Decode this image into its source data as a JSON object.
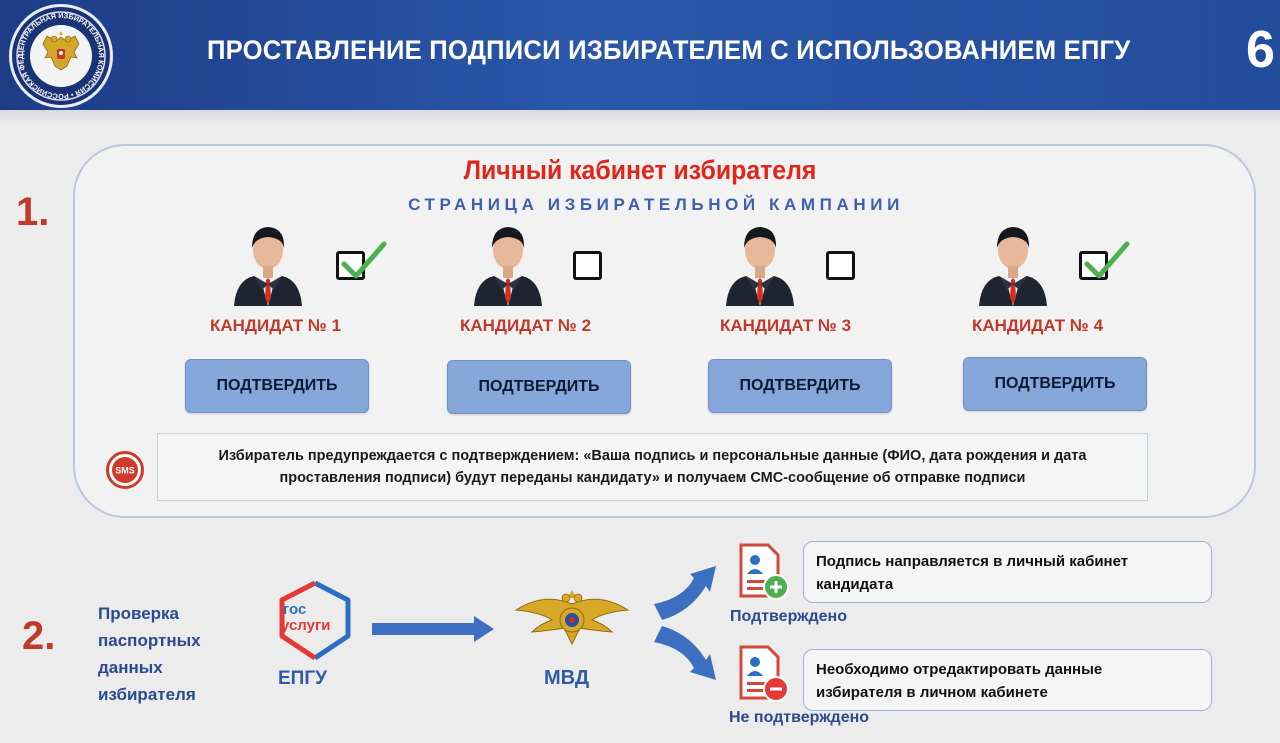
{
  "header": {
    "title": "ПРОСТАВЛЕНИЕ ПОДПИСИ ИЗБИРАТЕЛЕМ С ИСПОЛЬЗОВАНИЕМ ЕПГУ",
    "slide_number": "6",
    "emblem_text": "ЦЕНТРАЛЬНАЯ ИЗБИРАТЕЛЬНАЯ КОМИССИЯ • РОССИЙСКАЯ ФЕДЕРАЦИЯ"
  },
  "section1": {
    "number": "1.",
    "title": "Личный кабинет избирателя",
    "subtitle": "СТРАНИЦА ИЗБИРАТЕЛЬНОЙ КАМПАНИИ",
    "candidates": [
      {
        "label": "КАНДИДАТ № 1",
        "checked": true,
        "button": "ПОДТВЕРДИТЬ"
      },
      {
        "label": "КАНДИДАТ № 2",
        "checked": false,
        "button": "ПОДТВЕРДИТЬ"
      },
      {
        "label": "КАНДИДАТ № 3",
        "checked": false,
        "button": "ПОДТВЕРДИТЬ"
      },
      {
        "label": "КАНДИДАТ № 4",
        "checked": true,
        "button": "ПОДТВЕРДИТЬ"
      }
    ],
    "sms_icon": "SMS",
    "notice_line1": "Избиратель предупреждается с подтверждением: «Ваша подпись и персональные данные (ФИО, дата рождения и дата",
    "notice_line2": "проставления подписи)  будут переданы кандидату» и получаем СМС-сообщение об отправке подписи"
  },
  "section2": {
    "number": "2.",
    "check_lines": [
      "Проверка",
      "паспортных",
      "данных",
      "избирателя"
    ],
    "gos_line1": "гос",
    "gos_line2": "услуги",
    "epgu_label": "ЕПГУ",
    "mvd_label": "МВД",
    "confirmed": {
      "status": "Подтверждено",
      "line1": "Подпись  направляется в личный кабинет",
      "line2": "кандидата"
    },
    "not_confirmed": {
      "status": "Не подтверждено",
      "line1": "Необходимо отредактировать данные",
      "line2": "избирателя в личном кабинете"
    }
  },
  "colors": {
    "header_blue": "#2a57a9",
    "accent_red": "#c0392b",
    "button_blue": "#85a7da",
    "check_green": "#4caf50"
  }
}
